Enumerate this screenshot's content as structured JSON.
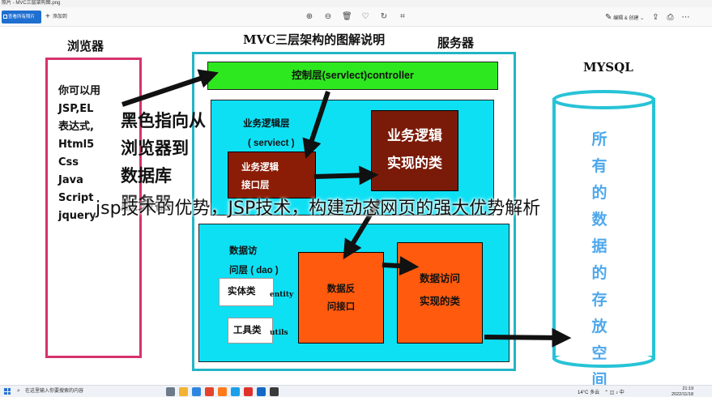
{
  "window": {
    "title": "照片 - MVC三层架构图.png"
  },
  "toolbar": {
    "see_all_label": "查看所有照片",
    "add_to_label": "添加到",
    "icons": [
      "zoom-in-icon",
      "zoom-out-icon",
      "delete-icon",
      "favorite-icon",
      "rotate-icon",
      "crop-icon"
    ],
    "edit_create_label": "编辑 & 创建",
    "share_icon": "share-icon",
    "print_icon": "print-icon",
    "more_icon": "more-icon"
  },
  "diagram": {
    "browser_title": "浏览器",
    "main_title": "MVC三层架构的图解说明",
    "server_title": "服务器",
    "db_title": "MYSQL",
    "browser_items": [
      "你可以用",
      "JSP,EL",
      "表达式,",
      "Html5",
      "Css",
      "Java",
      "Script",
      "jquery"
    ],
    "overlay_lines": [
      "黑色指向从",
      "浏览器到",
      "数据库",
      "服务器"
    ],
    "controller_label": "控制层(servlect)controller",
    "biz_layer_lines": [
      "业务逻辑层",
      "( serviect )"
    ],
    "biz_interface_lines": [
      "业务逻辑",
      "接口层"
    ],
    "biz_impl_lines": [
      "业务逻辑",
      "实现的类"
    ],
    "dao_layer_lines": [
      "数据访",
      "问层 ( dao )"
    ],
    "entity_label": "实体类",
    "entity_en": "entity",
    "utils_label": "工具类",
    "utils_en": "utils",
    "dao_interface_lines": [
      "数据反",
      "问接口"
    ],
    "dao_impl_lines": [
      "数据访问",
      "实现的类"
    ],
    "db_text_chars": [
      "所",
      "有",
      "的",
      "数",
      "据",
      "的",
      "存",
      "放",
      "空",
      "间"
    ]
  },
  "caption": "jsp技术的优势，JSP技术，构建动态网页的强大优势解析",
  "colors": {
    "controller": "#2ee81f",
    "panel_cyan": "#0ee0f4",
    "biz_box": "#8b1c05",
    "dao_box": "#ff5a0d",
    "browser_border": "#d6336c",
    "db_text": "#4ea8ec"
  },
  "taskbar": {
    "search_placeholder": "在这里输入你要搜索的内容",
    "weather": "14°C 多云",
    "time": "21:19",
    "date": "2022/11/18"
  }
}
